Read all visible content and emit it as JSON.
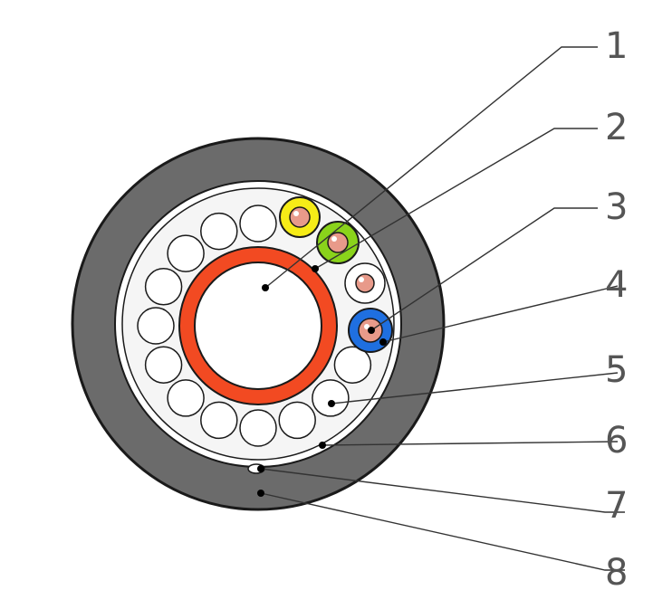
{
  "diagram": {
    "colors": {
      "jacket": "#6b6b6b",
      "outline": "#1a1a1a",
      "filler": "#f5f5f5",
      "tube": "#f24a22",
      "core_yellow": "#f6ec17",
      "core_green": "#8ad31b",
      "core_blue": "#1f6fe0",
      "core_copper": "#e89a8a"
    },
    "callouts": [
      {
        "id": "1",
        "label": "1"
      },
      {
        "id": "2",
        "label": "2"
      },
      {
        "id": "3",
        "label": "3"
      },
      {
        "id": "4",
        "label": "4"
      },
      {
        "id": "5",
        "label": "5"
      },
      {
        "id": "6",
        "label": "6"
      },
      {
        "id": "7",
        "label": "7"
      },
      {
        "id": "8",
        "label": "8"
      }
    ]
  }
}
